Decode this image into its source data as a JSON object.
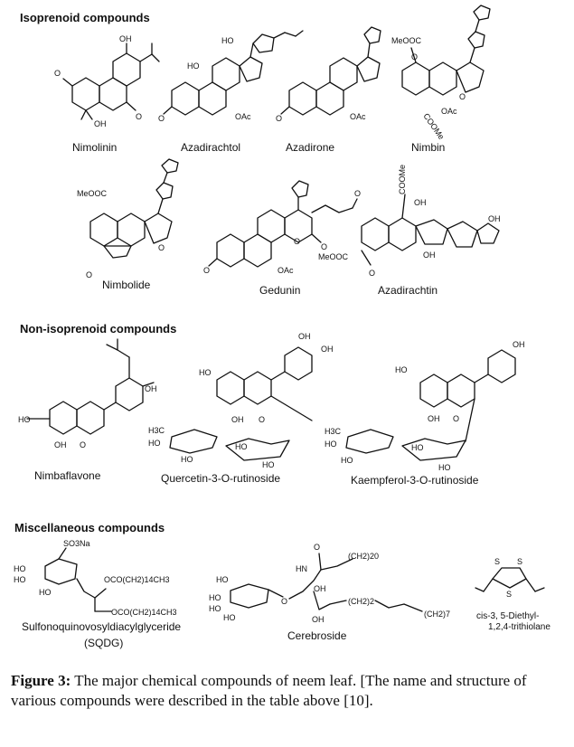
{
  "sections": {
    "isoprenoid": "Isoprenoid compounds",
    "non_isoprenoid": "Non-isoprenoid compounds",
    "miscellaneous": "Miscellaneous compounds"
  },
  "compounds": {
    "nimolinin": "Nimolinin",
    "azadirachtol": "Azadirachtol",
    "azadirone": "Azadirone",
    "nimbin": "Nimbin",
    "nimbolide": "Nimbolide",
    "gedunin": "Gedunin",
    "azadirachtin": "Azadirachtin",
    "nimbaflavone": "Nimbaflavone",
    "quercetin": "Quercetin-3-O-rutinoside",
    "kaempferol": "Kaempferol-3-O-rutinoside",
    "sqdg_name": "Sulfonoquinovosyldiacylglyceride",
    "sqdg_abbr": "(SQDG)",
    "cerebroside": "Cerebroside",
    "trithiolane_1": "cis-3, 5-Diethyl-",
    "trithiolane_2": "1,2,4-trithiolane"
  },
  "atoms": {
    "oh": "OH",
    "ho": "HO",
    "o": "O",
    "oac": "OAc",
    "meooc": "MeOOC",
    "cooMe": "COOMe",
    "so3na": "SO3Na",
    "hn": "HN",
    "s": "S",
    "h3c": "H3C",
    "acyl1": "OCO(CH2)14CH3",
    "acyl2": "OCO(CH2)14CH3",
    "ch2_20": "(CH2)20",
    "ch2_2": "(CH2)2",
    "ch2_7": "(CH2)7"
  },
  "caption": {
    "lead": "Figure 3:",
    "text": " The major chemical compounds of neem leaf.  [The name and structure of various compounds were described in the table above [10]."
  }
}
